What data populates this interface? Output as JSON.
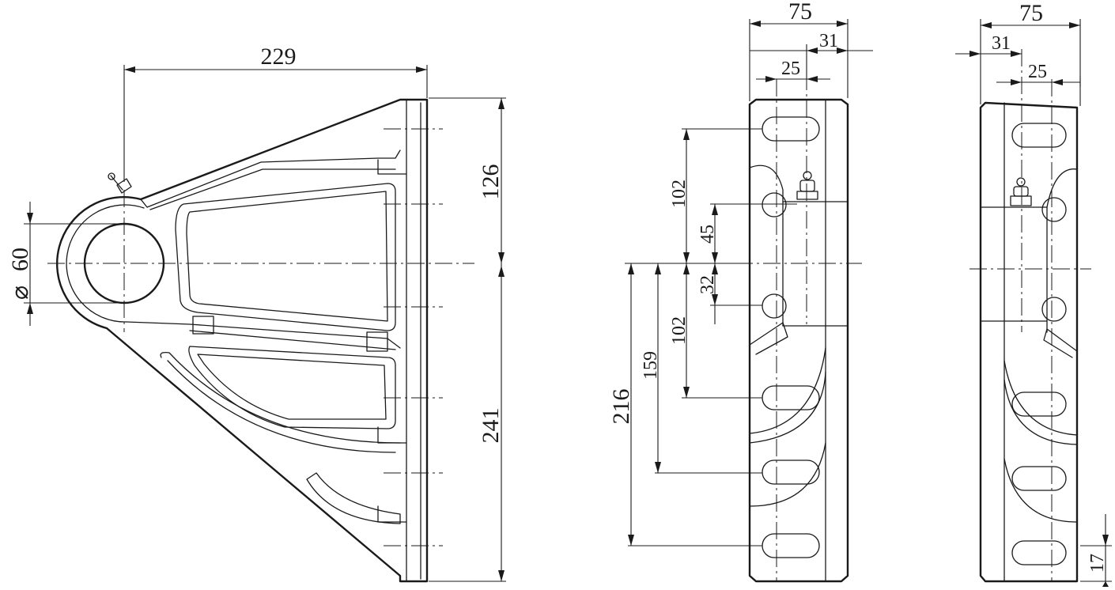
{
  "dimensions": {
    "side_view": {
      "overall_width": "229",
      "upper_height": "126",
      "lower_height": "241",
      "bore_diameter": "60",
      "diameter_symbol": "⌀"
    },
    "front_view": {
      "width": "75",
      "offset": "31",
      "slot_length": "25",
      "pitch_upper": "102",
      "center_to_grease": "45",
      "slot_offset": "32",
      "pitch_lower": "102",
      "dist_159": "159",
      "dist_216": "216"
    },
    "back_view": {
      "width": "75",
      "offset": "31",
      "slot_length": "25",
      "edge_distance": "17"
    }
  }
}
